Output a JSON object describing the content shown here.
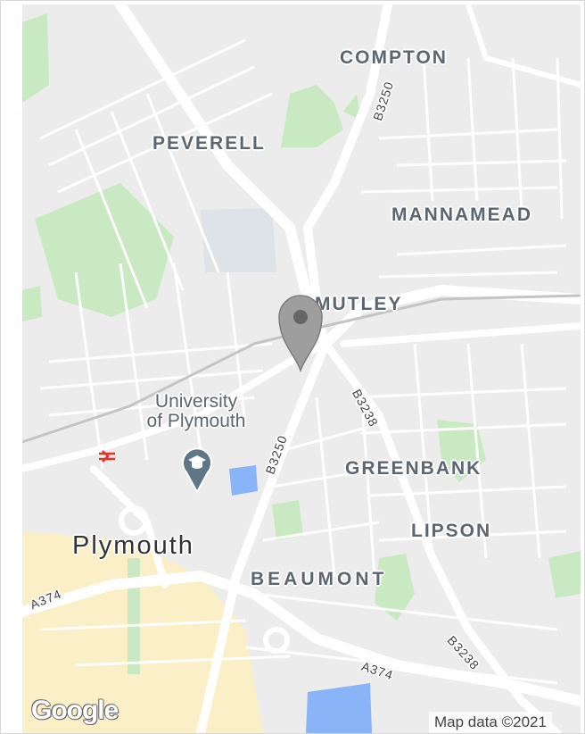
{
  "map": {
    "areas": [
      "COMPTON",
      "PEVERELL",
      "MANNAMEAD",
      "MUTLEY",
      "GREENBANK",
      "LIPSON",
      "BEAUMONT"
    ],
    "city": "Plymouth",
    "poi": {
      "line1": "University",
      "line2": "of Plymouth"
    },
    "roads": [
      "B3250",
      "B3250",
      "B3238",
      "B3238",
      "A374",
      "A374"
    ],
    "colors": {
      "base": "#ececec",
      "road": "#ffffff",
      "park": "#c9e9c3",
      "water": "#8ab4f8",
      "pin": "#9e9e9e",
      "commercial": "#fbefc8"
    },
    "pin_icon": "map-marker-icon",
    "poi_icon": "graduation-cap-icon",
    "rail_icon": "national-rail-icon"
  },
  "footer": {
    "logo": "Google",
    "attribution": "Map data ©2021"
  }
}
